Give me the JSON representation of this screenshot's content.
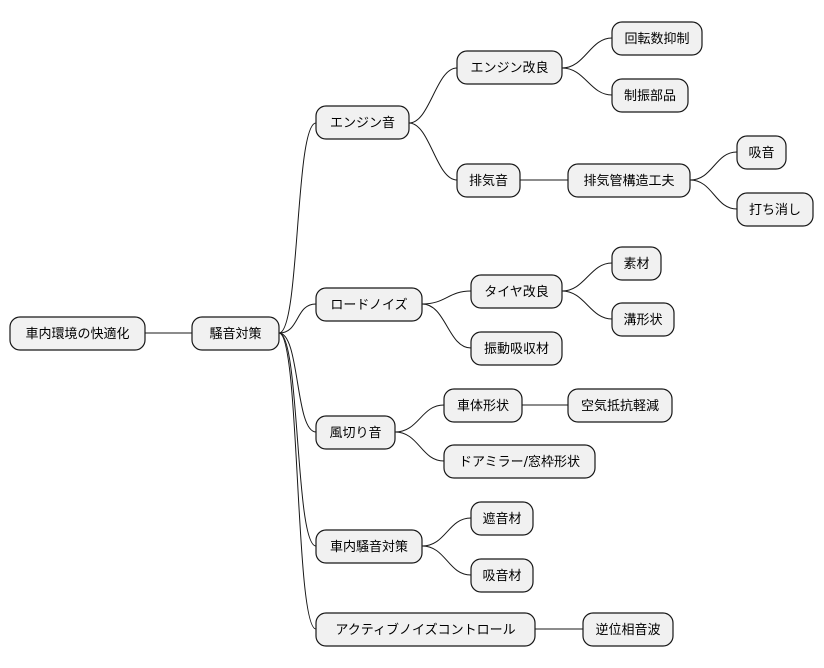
{
  "mindmap": {
    "root": "車内環境の快適化",
    "level1": "騒音対策",
    "engine": {
      "label": "エンジン音",
      "improve": "エンジン改良",
      "rpm": "回転数抑制",
      "damping": "制振部品",
      "exhaust": "排気音",
      "pipe": "排気管構造工夫",
      "absorb": "吸音",
      "cancel": "打ち消し"
    },
    "road": {
      "label": "ロードノイズ",
      "tire": "タイヤ改良",
      "material": "素材",
      "groove": "溝形状",
      "vibration": "振動吸収材"
    },
    "wind": {
      "label": "風切り音",
      "body": "車体形状",
      "drag": "空気抵抗軽減",
      "mirror": "ドアミラー/窓枠形状"
    },
    "cabin": {
      "label": "車内騒音対策",
      "insulation": "遮音材",
      "absorber": "吸音材"
    },
    "active": {
      "label": "アクティブノイズコントロール",
      "antiphase": "逆位相音波"
    }
  }
}
